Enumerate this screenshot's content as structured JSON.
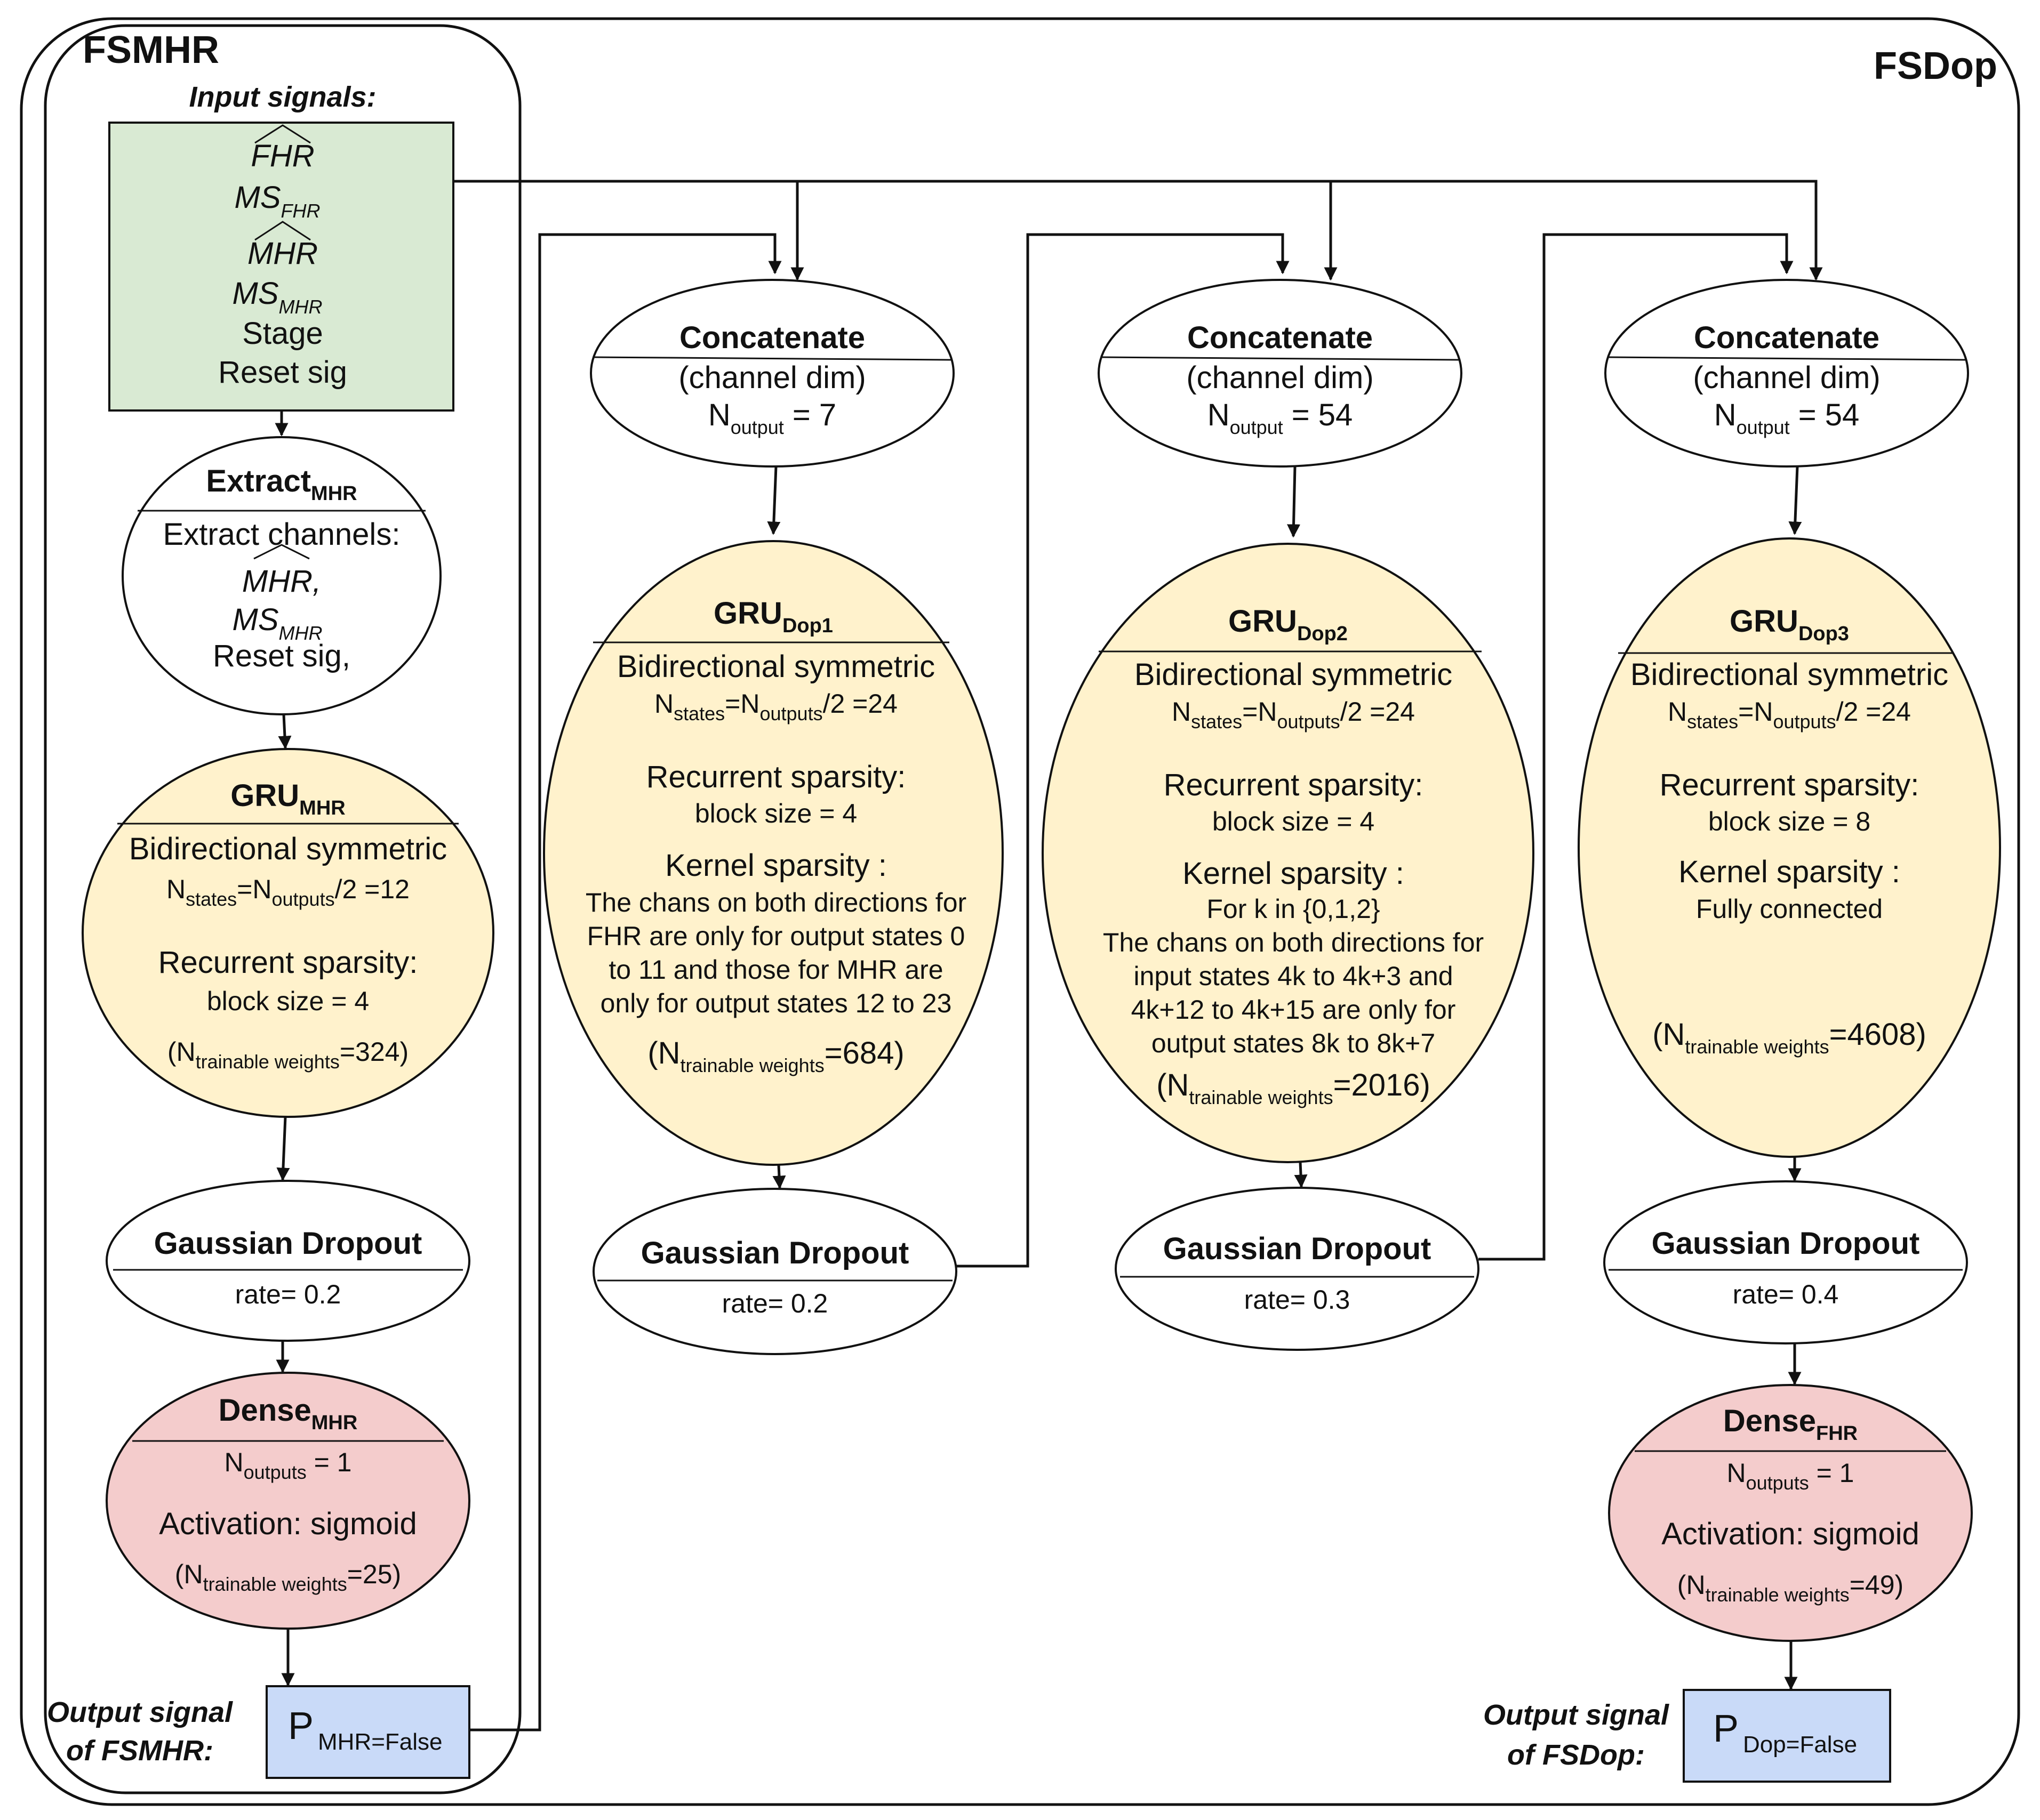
{
  "containers": {
    "fsmhr_title": "FSMHR",
    "fsdop_title": "FSDop"
  },
  "input": {
    "label": "Input signals:",
    "lines": {
      "fhr": "FHR",
      "ms": "MS",
      "ms_fhr_sub": "FHR",
      "mhr": "MHR",
      "ms2": "MS",
      "ms_mhr_sub": "MHR",
      "stage": "Stage",
      "reset": "Reset sig"
    },
    "fill": "#d9ead3"
  },
  "extract": {
    "title": "Extract",
    "title_sub": "MHR",
    "line1": "Extract channels:",
    "line2": "MHR,",
    "line3": "MS",
    "line3_sub": "MHR",
    "line4": "Reset sig,"
  },
  "gru_mhr": {
    "title": "GRU",
    "title_sub": "MHR",
    "bidir": "Bidirectional symmetric",
    "n": "N",
    "states_sub": "states",
    "eq": "=N",
    "outputs_sub": "outputs",
    "states_tail": "/2 =12",
    "rec_label": "Recurrent sparsity:",
    "rec_value": "block size = 4",
    "tw_open": "(N",
    "tw_sub": "trainable weights",
    "tw_tail": "=324)"
  },
  "dropout_mhr": {
    "title": "Gaussian Dropout",
    "rate": "rate= 0.2"
  },
  "dense_mhr": {
    "title": "Dense",
    "title_sub": "MHR",
    "n": "N",
    "outputs_sub": "outputs",
    "outputs_tail": " = 1",
    "activation": "Activation: sigmoid",
    "tw_open": "(N",
    "tw_sub": "trainable weights",
    "tw_tail": "=25)"
  },
  "output_mhr": {
    "label1": "Output signal",
    "label2": "of FSMHR:",
    "p": "P",
    "p_sub": "MHR=False",
    "fill": "#c9daf8"
  },
  "concat1": {
    "title": "Concatenate",
    "dim": "(channel dim)",
    "n": "N",
    "n_sub": "output",
    "n_tail": " = 7"
  },
  "concat2": {
    "title": "Concatenate",
    "dim": "(channel dim)",
    "n": "N",
    "n_sub": "output",
    "n_tail": " = 54"
  },
  "concat3": {
    "title": "Concatenate",
    "dim": "(channel dim)",
    "n": "N",
    "n_sub": "output",
    "n_tail": " = 54"
  },
  "gru_dop1": {
    "title": "GRU",
    "title_sub": "Dop1",
    "bidir": "Bidirectional symmetric",
    "n": "N",
    "states_sub": "states",
    "eq": "=N",
    "outputs_sub": "outputs",
    "states_tail": "/2 =24",
    "rec_label": "Recurrent sparsity:",
    "rec_value": "block size = 4",
    "kernel_label": "Kernel sparsity :",
    "kernel_lines": [
      "The chans on both directions for",
      "FHR are only for output states 0",
      "to 11 and those for MHR are",
      "only for output states 12 to 23"
    ],
    "tw_open": "(N",
    "tw_sub": "trainable weights",
    "tw_tail": "=684)"
  },
  "gru_dop2": {
    "title": "GRU",
    "title_sub": "Dop2",
    "bidir": "Bidirectional symmetric",
    "n": "N",
    "states_sub": "states",
    "eq": "=N",
    "outputs_sub": "outputs",
    "states_tail": "/2 =24",
    "rec_label": "Recurrent sparsity:",
    "rec_value": "block size = 4",
    "kernel_label": "Kernel sparsity :",
    "kernel_lines": [
      "For k in {0,1,2}",
      "The chans on both directions for",
      "input states 4k to 4k+3 and",
      "4k+12 to 4k+15 are only for",
      "output states 8k to 8k+7"
    ],
    "tw_open": "(N",
    "tw_sub": "trainable weights",
    "tw_tail": "=2016)"
  },
  "gru_dop3": {
    "title": "GRU",
    "title_sub": "Dop3",
    "bidir": "Bidirectional symmetric",
    "n": "N",
    "states_sub": "states",
    "eq": "=N",
    "outputs_sub": "outputs",
    "states_tail": "/2 =24",
    "rec_label": "Recurrent sparsity:",
    "rec_value": "block size = 8",
    "kernel_label": "Kernel sparsity :",
    "kernel_lines": [
      "Fully connected"
    ],
    "tw_open": "(N",
    "tw_sub": "trainable weights",
    "tw_tail": "=4608)"
  },
  "dropout_dop1": {
    "title": "Gaussian Dropout",
    "rate": "rate= 0.2"
  },
  "dropout_dop2": {
    "title": "Gaussian Dropout",
    "rate": "rate= 0.3"
  },
  "dropout_dop3": {
    "title": "Gaussian Dropout",
    "rate": "rate= 0.4"
  },
  "dense_fhr": {
    "title": "Dense",
    "title_sub": "FHR",
    "n": "N",
    "outputs_sub": "outputs",
    "outputs_tail": " = 1",
    "activation": "Activation: sigmoid",
    "tw_open": "(N",
    "tw_sub": "trainable weights",
    "tw_tail": "=49)"
  },
  "output_dop": {
    "label1": "Output signal",
    "label2": "of FSDop:",
    "p": "P",
    "p_sub": "Dop=False",
    "fill": "#c9daf8"
  },
  "colors": {
    "gru_fill": "#fff2cc",
    "dense_fill": "#f4cccc",
    "stroke": "#111111"
  }
}
